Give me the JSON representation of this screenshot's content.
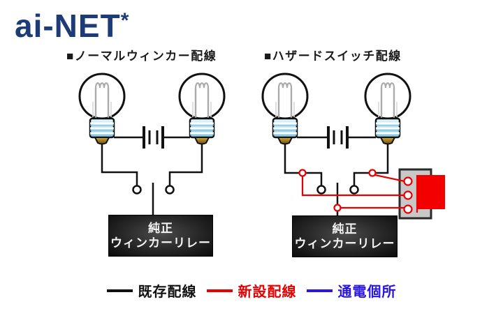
{
  "logo": {
    "text": "ai-NET",
    "asterisk": "*"
  },
  "left_diagram": {
    "heading": "■ノーマルウィンカー配線",
    "relay_label_line1": "純正",
    "relay_label_line2": "ウィンカーリレー"
  },
  "right_diagram": {
    "heading": "■ハザードスイッチ配線",
    "relay_label_line1": "純正",
    "relay_label_line2": "ウィンカーリレー"
  },
  "legend": {
    "items": [
      {
        "label": "既存配線",
        "color": "#111111"
      },
      {
        "label": "新設配線",
        "color": "#e60000"
      },
      {
        "label": "通電個所",
        "color": "#2a14e6"
      }
    ]
  },
  "colors": {
    "logo_blue": "#1d3b76",
    "existing_wire_black": "#111111",
    "new_wire_red": "#e60000",
    "energized_blue": "#2a14e6",
    "bulb_base_blue": "#a6dcef",
    "switch_body_gray": "#c8c8c8",
    "switch_button_red": "#f20000",
    "relay_box_black": "#0b0b0b"
  }
}
